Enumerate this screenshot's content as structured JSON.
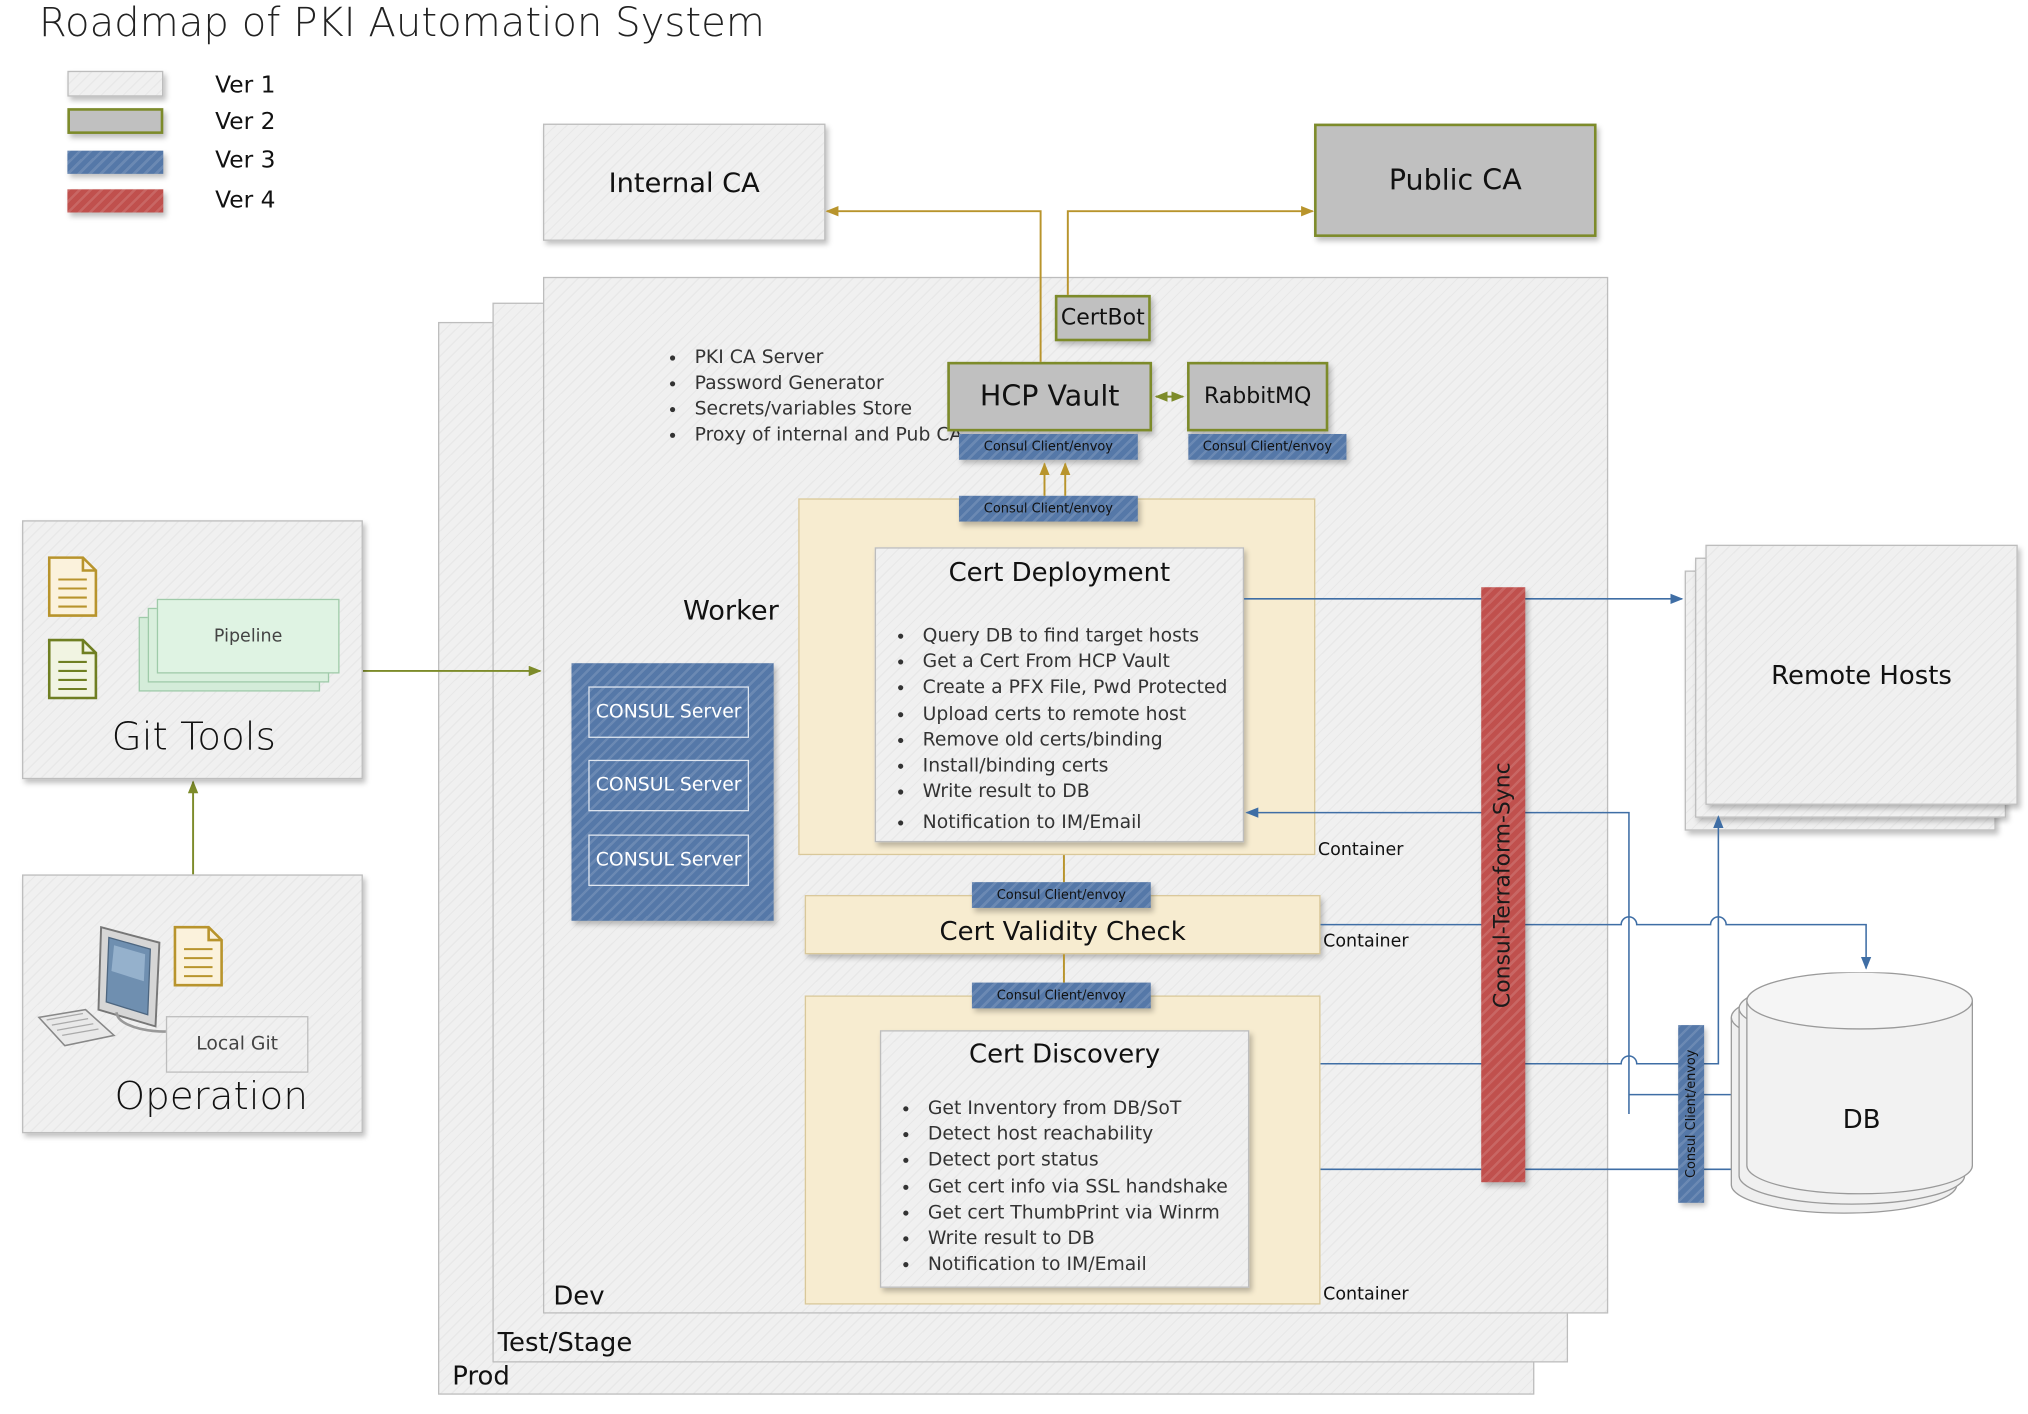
{
  "title": "Roadmap of PKI Automation System",
  "legend": [
    {
      "label": "Ver 1",
      "color": "#f0f0f0"
    },
    {
      "label": "Ver 2",
      "color": "#c0c0c0"
    },
    {
      "label": "Ver 3",
      "color": "#5578a8"
    },
    {
      "label": "Ver 4",
      "color": "#c0504d"
    }
  ],
  "internal_ca": "Internal CA",
  "public_ca": "Public CA",
  "certbot": "CertBot",
  "hcp_vault": "HCP Vault",
  "rabbitmq": "RabbitMQ",
  "consul_client": "Consul Client/envoy",
  "vault_features": [
    "PKI CA Server",
    "Password Generator",
    "Secrets/variables Store",
    "Proxy of internal and Pub CA"
  ],
  "worker_label": "Worker",
  "consul_servers": [
    "CONSUL Server",
    "CONSUL Server",
    "CONSUL Server"
  ],
  "cert_deployment": {
    "title": "Cert Deployment",
    "items": [
      "Query DB to find target hosts",
      "Get a Cert From  HCP Vault",
      "Create a PFX File, Pwd Protected",
      "Upload certs to remote host",
      "Remove old certs/binding",
      "Install/binding certs",
      "Write result to DB",
      "Notification to IM/Email"
    ]
  },
  "cert_validity": {
    "title": "Cert Validity Check"
  },
  "cert_discovery": {
    "title": "Cert Discovery",
    "items": [
      "Get Inventory from DB/SoT",
      "Detect host reachability",
      "Detect port status",
      "Get cert info via SSL handshake",
      "Get cert ThumbPrint via Winrm",
      "Write result to DB",
      "Notification to IM/Email"
    ]
  },
  "container_label": "Container",
  "cts_label": "Consul-Terraform-Sync",
  "remote_hosts": "Remote Hosts",
  "db_label": "DB",
  "git_tools": {
    "title": "Git Tools",
    "pipeline": "Pipeline"
  },
  "operation": {
    "title": "Operation",
    "local_git": "Local Git"
  },
  "environments": {
    "dev": "Dev",
    "test": "Test/Stage",
    "prod": "Prod"
  }
}
